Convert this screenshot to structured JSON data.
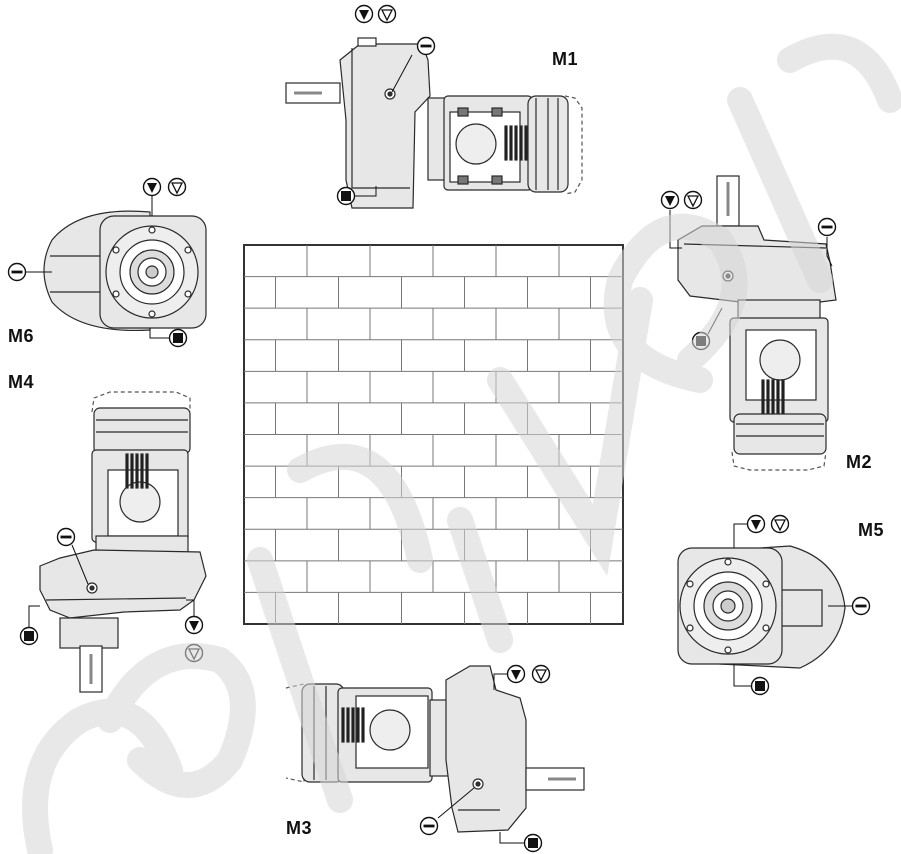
{
  "positions": [
    {
      "id": "M1",
      "label": "M1"
    },
    {
      "id": "M2",
      "label": "M2"
    },
    {
      "id": "M3",
      "label": "M3"
    },
    {
      "id": "M4",
      "label": "M4"
    },
    {
      "id": "M5",
      "label": "M5"
    },
    {
      "id": "M6",
      "label": "M6"
    }
  ],
  "symbols": {
    "fill": "vent-plug-filled",
    "level": "level-plug-open",
    "drain": "drain-plug",
    "breather": "breather-plug"
  },
  "colors": {
    "body_fill": "#e7e7e7",
    "body_stroke": "#2a2a2a",
    "wall_fill": "#ffffff",
    "wall_mortar": "#777777",
    "watermark": "#d9d9d9"
  }
}
